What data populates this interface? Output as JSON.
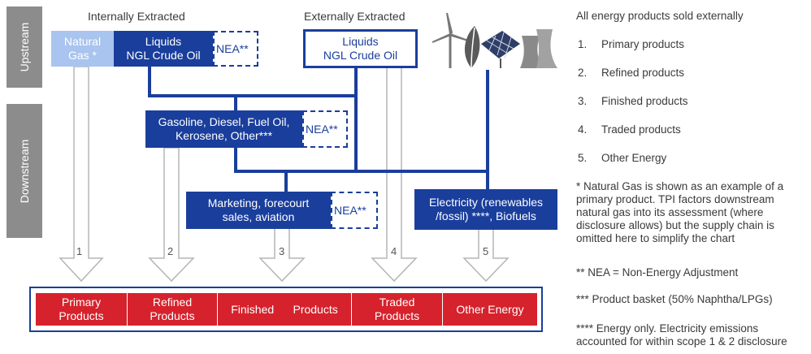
{
  "sidebar": {
    "upstream": "Upstream",
    "downstream": "Downstream"
  },
  "headers": {
    "internal": "Internally Extracted",
    "external": "Externally Extracted"
  },
  "boxes": {
    "natural_gas": "Natural Gas *",
    "liquids_internal": "Liquids\nNGL Crude Oil",
    "nea_upstream": "NEA**",
    "liquids_external": "Liquids\nNGL Crude Oil",
    "refined": "Gasoline, Diesel, Fuel Oil,\nKerosene, Other***",
    "nea_refined": "NEA**",
    "marketing": "Marketing, forecourt\nsales, aviation",
    "nea_marketing": "NEA**",
    "electricity": "Electricity (renewables\n/fossil) ****, Biofuels"
  },
  "arrow_numbers": [
    "1",
    "2",
    "3",
    "4",
    "5"
  ],
  "products": [
    "Primary\nProducts",
    "Refined\nProducts",
    "Finished      Products",
    "Traded\nProducts",
    "Other Energy"
  ],
  "legend": {
    "title": "All energy products sold externally",
    "items": [
      {
        "num": "1.",
        "label": "Primary products"
      },
      {
        "num": "2.",
        "label": "Refined products"
      },
      {
        "num": "3.",
        "label": "Finished products"
      },
      {
        "num": "4.",
        "label": "Traded products"
      },
      {
        "num": "5.",
        "label": "Other Energy"
      }
    ],
    "note_ng": "* Natural Gas is shown as an example of a primary product. TPI factors downstream natural gas into its assessment (where disclosure allows) but the supply chain is omitted here to simplify the chart",
    "note_nea": "**  NEA = Non-Energy Adjustment",
    "note_basket": "*** Product basket  (50% Naphtha/LPGs)",
    "note_energy": "**** Energy only. Electricity emissions accounted for within scope 1 & 2 disclosure"
  },
  "icons": [
    "wind-turbine-icon",
    "leaf-icon",
    "solar-panel-icon",
    "cooling-tower-icon"
  ],
  "colors": {
    "navy": "#1a3e9c",
    "light_blue": "#a9c4ee",
    "red": "#d6222c",
    "sidebar_grey": "#8c8c8c"
  }
}
